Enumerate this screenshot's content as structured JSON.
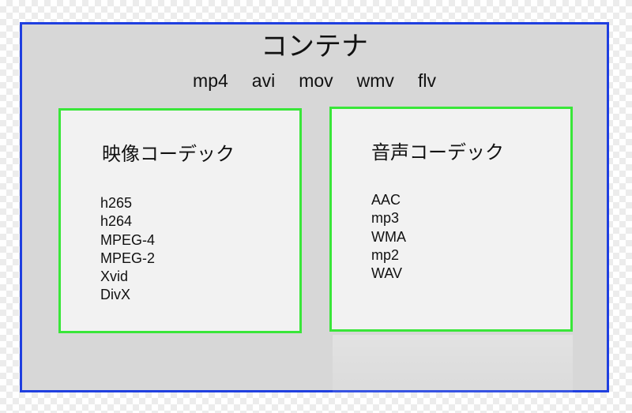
{
  "container": {
    "title": "コンテナ",
    "formats": [
      "mp4",
      "avi",
      "mov",
      "wmv",
      "flv"
    ]
  },
  "video_codec": {
    "title": "映像コーデック",
    "items": [
      "h265",
      "h264",
      "MPEG-4",
      "MPEG-2",
      "Xvid",
      "DivX"
    ]
  },
  "audio_codec": {
    "title": "音声コーデック",
    "items": [
      "AAC",
      "mp3",
      "WMA",
      "mp2",
      "WAV"
    ]
  },
  "colors": {
    "container_border": "#1f3fe0",
    "codec_box_border": "#39e639",
    "container_fill": "#d7d7d7",
    "codec_box_fill": "#f2f2f2"
  }
}
